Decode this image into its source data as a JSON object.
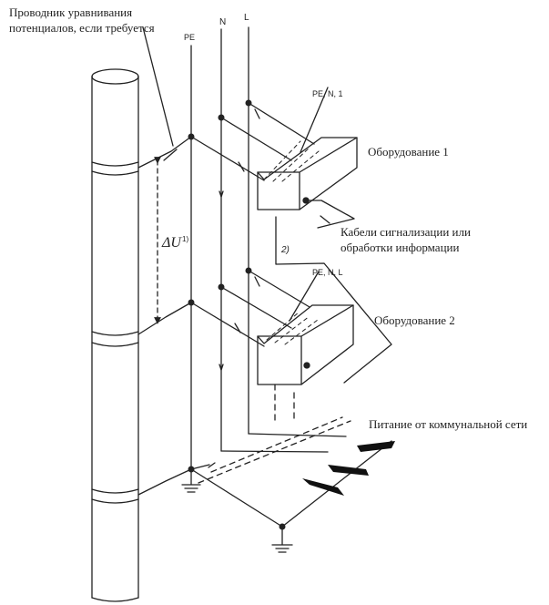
{
  "labels": {
    "conductor_line1": "Проводник уравнивания",
    "conductor_line2": "потенциалов, если требуется",
    "pe": "PE",
    "n": "N",
    "l": "L",
    "pen1": "PE, N, 1",
    "equipment1": "Оборудование 1",
    "cables_line1": "Кабели сигнализации или",
    "cables_line2": "обработки информации",
    "footnote2": "2)",
    "delta_u": "ΔU",
    "delta_u_sup": "1)",
    "pen2": "PE, N, L",
    "equipment2": "Оборудование 2",
    "power_supply": "Питание от коммунальной сети"
  },
  "colors": {
    "line": "#222222",
    "background": "#ffffff"
  }
}
